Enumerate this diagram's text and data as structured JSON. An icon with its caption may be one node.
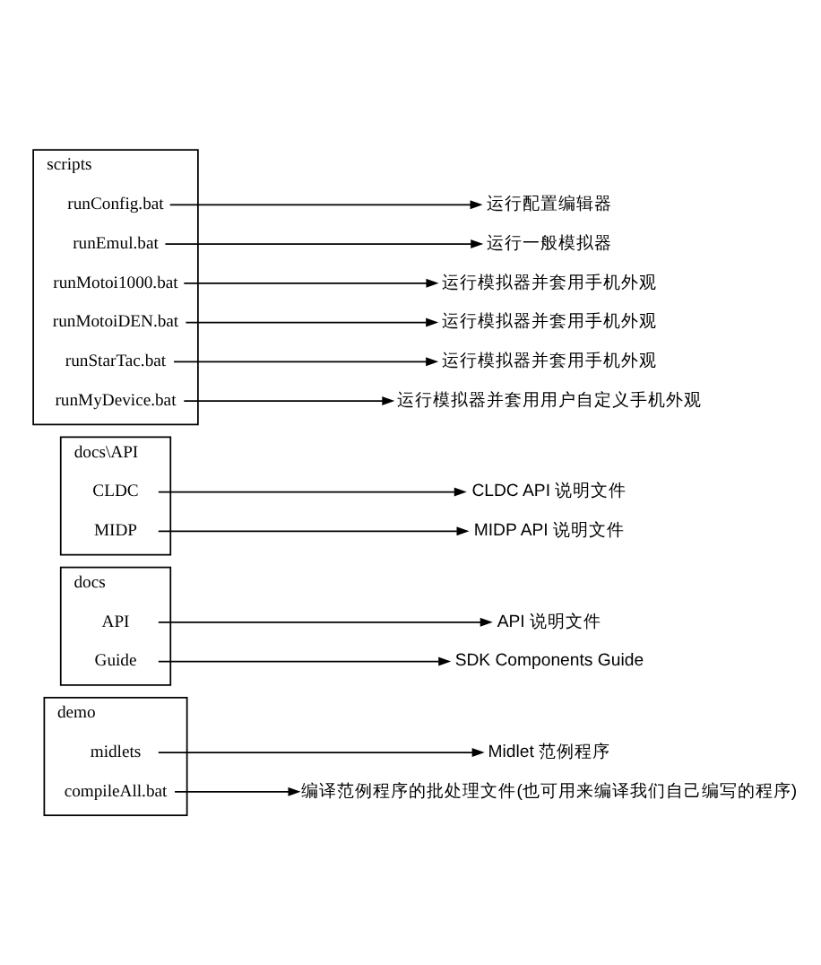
{
  "diagram": {
    "nodes": [
      {
        "text": [
          "demo"
        ]
      },
      {
        "text": [
          "midlets"
        ],
        "in": 0
      },
      {
        "text": [
          "compileAll.bat"
        ],
        "in": 0
      },
      {
        "text": [
          "Midlet 范例程序"
        ]
      },
      {
        "text": [
          "编译范例程序的批处理文件(也可用来编译我们自己编写的程序)"
        ]
      },
      {
        "text": [
          "docs"
        ]
      },
      {
        "text": [
          "API"
        ],
        "in": 5
      },
      {
        "text": [
          "Guide"
        ],
        "in": 5
      },
      {
        "text": [
          "API 说明文件"
        ]
      },
      {
        "text": [
          "SDK Components Guide"
        ]
      },
      {
        "text": [
          "docs\\API"
        ]
      },
      {
        "text": [
          "CLDC"
        ],
        "in": 10
      },
      {
        "text": [
          "MIDP"
        ],
        "in": 10
      },
      {
        "text": [
          "CLDC API 说明文件"
        ]
      },
      {
        "text": [
          "MIDP API 说明文件"
        ]
      },
      {
        "text": [
          "scripts"
        ]
      },
      {
        "text": [
          "runConfig.bat"
        ],
        "in": 15
      },
      {
        "text": [
          "runEmul.bat"
        ],
        "in": 15
      },
      {
        "text": [
          "runMotoi1000.bat"
        ],
        "in": 15
      },
      {
        "text": [
          "runMotoiDEN.bat"
        ],
        "in": 15
      },
      {
        "text": [
          "runStarTac.bat"
        ],
        "in": 15
      },
      {
        "text": [
          "runMyDevice.bat"
        ],
        "in": 15
      },
      {
        "text": [
          "运行配置编辑器"
        ]
      },
      {
        "text": [
          "运行一般模拟器"
        ]
      },
      {
        "text": [
          "运行模拟器并套用手机外观"
        ]
      },
      {
        "text": [
          "运行模拟器并套用手机外观"
        ]
      },
      {
        "text": [
          "运行模拟器并套用手机外观"
        ]
      },
      {
        "text": [
          "运行模拟器并套用用户自定义手机外观"
        ]
      }
    ],
    "edges": [
      {
        "from": 1,
        "to": 3,
        "arrow": "to"
      },
      {
        "from": 2,
        "to": 4,
        "arrow": "to"
      },
      {
        "from": 6,
        "to": 8,
        "arrow": "to"
      },
      {
        "from": 7,
        "to": 9,
        "arrow": "to"
      },
      {
        "from": 11,
        "to": 13,
        "arrow": "to"
      },
      {
        "from": 12,
        "to": 14,
        "arrow": "to"
      },
      {
        "from": 16,
        "to": 22,
        "arrow": "to"
      },
      {
        "from": 17,
        "to": 23,
        "arrow": "to"
      },
      {
        "from": 18,
        "to": 24,
        "arrow": "to"
      },
      {
        "from": 19,
        "to": 25,
        "arrow": "to"
      },
      {
        "from": 20,
        "to": 26,
        "arrow": "to"
      },
      {
        "from": 21,
        "to": 27,
        "arrow": "to"
      }
    ]
  }
}
